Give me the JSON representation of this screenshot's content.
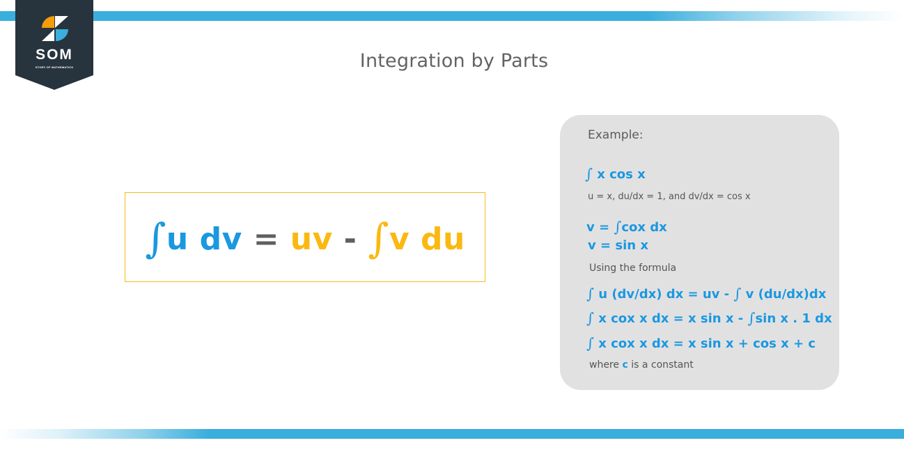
{
  "decor": {
    "top_bar_color": "#3aaedc",
    "bottom_bar_color": "#3aaedc"
  },
  "logo": {
    "name": "SOM",
    "subtitle": "STORY OF MATHEMATICS",
    "banner_color": "#27333d",
    "mark_colors": {
      "orange": "#f59c0b",
      "blue": "#3aaedc",
      "white": "#ffffff"
    }
  },
  "title": "Integration by Parts",
  "formula": {
    "border_color": "#f5bb1b",
    "parts": {
      "int1": "∫",
      "u": "u",
      "dv": "dv",
      "equals": "=",
      "uv": "uv",
      "minus": "-",
      "int2": "∫",
      "v": "v",
      "du": "du"
    },
    "colors": {
      "left": "#1a98e0",
      "right": "#fbb811",
      "operator": "#5f5f5f"
    }
  },
  "example": {
    "heading": "Example:",
    "integral_symbol": "∫",
    "problem": "x cos x",
    "substitution": "u = x, du/dx = 1, and dv/dx = cos x",
    "v_integral_lhs": "v =",
    "v_integral_rhs": "cox dx",
    "v_result": "v = sin x",
    "using_formula": "Using the formula",
    "formula_lhs": "u (dv/dx) dx = uv -",
    "formula_rhs": "v (du/dx)dx",
    "step1_lhs": "x cox x dx  = x sin x -",
    "step1_rhs": "sin x . 1 dx",
    "step2": "x cox x dx  = x sin x + cos x + c",
    "constant_note_prefix": "where",
    "constant_note_var": "c",
    "constant_note_suffix": "is a constant"
  }
}
